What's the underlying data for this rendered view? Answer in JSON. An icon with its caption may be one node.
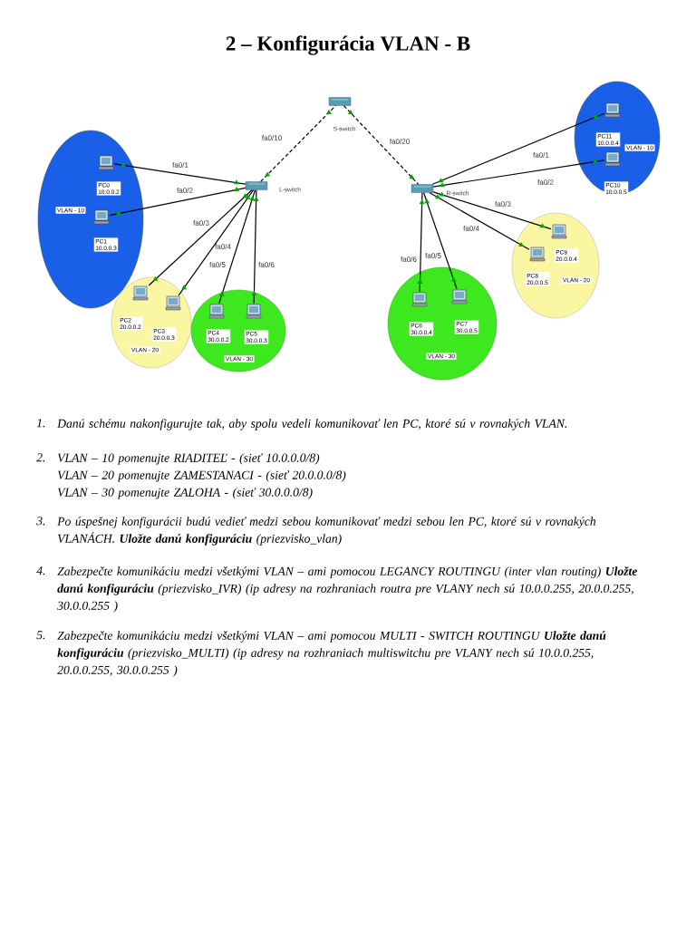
{
  "diagram": {
    "title": "2 – Konfigurácia VLAN - B",
    "nodes": [
      {
        "text": [],
        "shape": "switch",
        "beside": [
          "S-switch"
        ]
      },
      {
        "text": [
          "VLAN - 10"
        ]
      },
      {
        "text": [
          "PC0",
          "10.0.0.2"
        ],
        "in": 1
      },
      {
        "text": [
          "PC1",
          "10.0.0.3"
        ],
        "in": 1
      },
      {
        "text": [],
        "shape": "switch",
        "beside": [
          "L-switch"
        ]
      },
      {
        "text": [
          "VLAN - 10"
        ]
      },
      {
        "text": [
          "PC11",
          "10.0.0.4"
        ],
        "in": 5
      },
      {
        "text": [
          "PC10",
          "10.0.0.5"
        ],
        "in": 5
      },
      {
        "text": [],
        "shape": "switch",
        "beside": [
          "R-switch"
        ]
      },
      {
        "text": [
          "VLAN - 20"
        ]
      },
      {
        "text": [
          "PC2",
          "20.0.0.2"
        ],
        "in": 9
      },
      {
        "text": [
          "PC3",
          "20.0.0.3"
        ],
        "in": 9
      },
      {
        "text": [
          "VLAN - 30"
        ]
      },
      {
        "text": [
          "PC4",
          "30.0.0.2"
        ],
        "in": 12
      },
      {
        "text": [
          "PC5",
          "30.0.0.3"
        ],
        "in": 12
      },
      {
        "text": [
          "VLAN - 20"
        ]
      },
      {
        "text": [
          "PC9",
          "20.0.0.4"
        ],
        "in": 15
      },
      {
        "text": [
          "PC8",
          "20.0.0.5"
        ],
        "in": 15
      },
      {
        "text": [
          "VLAN - 30"
        ]
      },
      {
        "text": [
          "PC6",
          "30.0.0.4"
        ],
        "in": 18
      },
      {
        "text": [
          "PC7",
          "30.0.0.5"
        ],
        "in": 18
      }
    ],
    "edges": [
      {
        "from": 4,
        "to": 0,
        "arrow": "none",
        "label": "fa0/10",
        "style": "dashed"
      },
      {
        "from": 0,
        "to": 8,
        "arrow": "none",
        "label": "fa0/20",
        "style": "dashed"
      },
      {
        "from": 2,
        "to": 4,
        "arrow": "none",
        "label": "fa0/1"
      },
      {
        "from": 3,
        "to": 4,
        "arrow": "none",
        "label": "fa0/2"
      },
      {
        "from": 10,
        "to": 4,
        "arrow": "none",
        "label": "fa0/3"
      },
      {
        "from": 11,
        "to": 4,
        "arrow": "none",
        "label": "fa0/4"
      },
      {
        "from": 13,
        "to": 4,
        "arrow": "none",
        "label": "fa0/5"
      },
      {
        "from": 14,
        "to": 4,
        "arrow": "none",
        "label": "fa0/6"
      },
      {
        "from": 6,
        "to": 8,
        "arrow": "none",
        "label": "fa0/1"
      },
      {
        "from": 7,
        "to": 8,
        "arrow": "none",
        "label": "fa0/2"
      },
      {
        "from": 16,
        "to": 8,
        "arrow": "none",
        "label": "fa0/3"
      },
      {
        "from": 17,
        "to": 8,
        "arrow": "none",
        "label": "fa0/4"
      },
      {
        "from": 20,
        "to": 8,
        "arrow": "none",
        "label": "fa0/5"
      },
      {
        "from": 19,
        "to": 8,
        "arrow": "none",
        "label": "fa0/6"
      }
    ],
    "labels": [
      "1.",
      "Danú schému nakonfigurujte tak, aby spolu vedeli komunikovať len PC, ktoré sú v  rovnakých VLAN.",
      "2.",
      "VLAN – 10 pomenujte RIADITEĽ - (sieť 10.0.0.0/8)",
      "VLAN – 20 pomenujte ZAMESTANACI - (sieť 20.0.0.0/8)",
      "VLAN – 30 pomenujte ZALOHA - (sieť 30.0.0.0/8)",
      "3.",
      "Po úspešnej konfigurácii budú vedieť medzi sebou komunikovať medzi sebou len PC, ktoré sú v  rovnakých VLANÁCH. **Uložte danú konfiguráciu** (priezvisko_vlan)",
      "4.",
      "Zabezpečte komunikáciu medzi všetkými VLAN – ami pomocou LEGANCY ROUTINGU (inter vlan routing) **Uložte danú konfiguráciu** (priezvisko_IVR) (ip adresy na rozhraniach routra pre VLANY nech sú 10.0.0.255, 20.0.0.255, 30.0.0.255 )",
      "5.",
      "Zabezpečte komunikáciu medzi všetkými VLAN – ami pomocou MULTI - SWITCH ROUTINGU  **Uložte danú konfiguráciu** (priezvisko_MULTI) (ip adresy na rozhraniach multiswitchu pre VLANY nech sú 10.0.0.255, 20.0.0.255, 30.0.0.255 )"
    ]
  }
}
